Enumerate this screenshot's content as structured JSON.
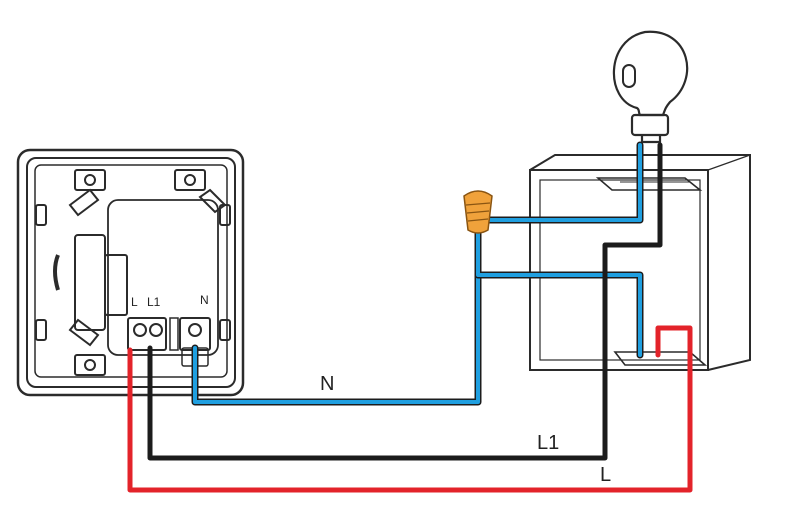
{
  "switch_terminals": {
    "l": "L",
    "l1": "L1",
    "n": "N"
  },
  "wire_labels": {
    "neutral": "N",
    "switched_live": "L1",
    "live": "L"
  },
  "colors": {
    "neutral_wire": "#1f9fe0",
    "switched_live_wire": "#1c1c1c",
    "live_wire": "#e3232a",
    "wire_connector": "#f0a23b",
    "outline": "#2b2b2b"
  },
  "icons": [
    "wall-switch-icon",
    "light-bulb-icon",
    "junction-box-icon",
    "wire-connector-icon"
  ]
}
